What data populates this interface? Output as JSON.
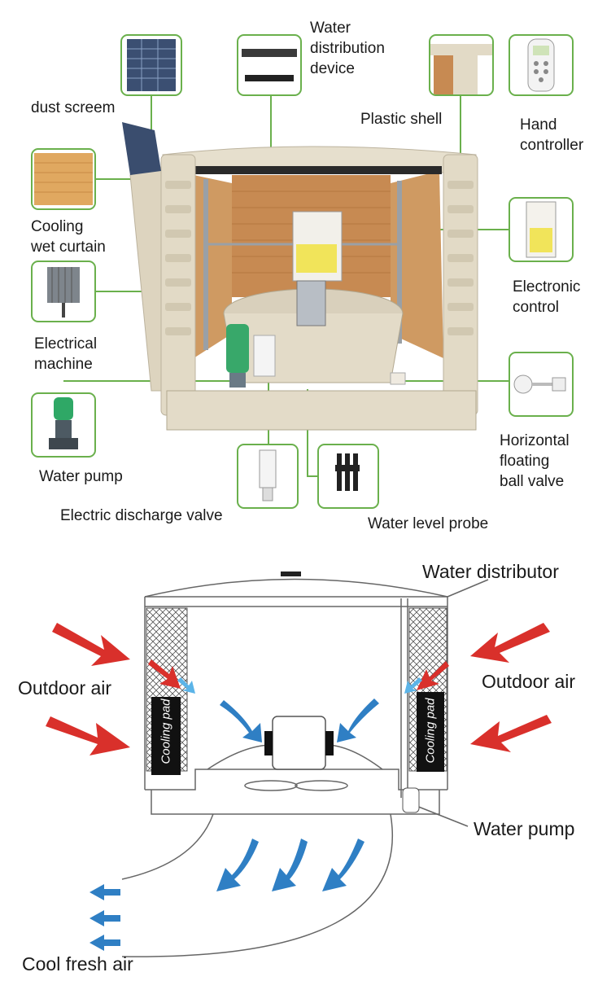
{
  "top": {
    "labels": {
      "dust_screen": "dust screem",
      "water_distribution_device": [
        "Water",
        "distribution",
        "device"
      ],
      "plastic_shell": "Plastic shell",
      "hand_controller": [
        "Hand",
        "controller"
      ],
      "cooling_wet_curtain": [
        "Cooling",
        "wet curtain"
      ],
      "electronic_control": [
        "Electronic",
        "control"
      ],
      "electrical_machine": [
        "Electrical",
        "machine"
      ],
      "water_pump": "Water pump",
      "horizontal_floating_ball_valve": [
        "Horizontal",
        "floating",
        "ball valve"
      ],
      "electric_discharge_valve": "Electric discharge valve",
      "water_level_probe": "Water level probe"
    },
    "colors": {
      "callout": "#6ab04c",
      "shell": "#e4dcc8",
      "pad": "#c8925a"
    }
  },
  "bottom": {
    "labels": {
      "water_distributor": "Water distributor",
      "outdoor_air_left": "Outdoor air",
      "outdoor_air_right": "Outdoor air",
      "water_pump": "Water pump",
      "cooling_pad_left": "Cooling pad",
      "cooling_pad_right": "Cooling pad",
      "cool_fresh_air": "Cool fresh air"
    },
    "colors": {
      "hot_air": "#d9302b",
      "cool_air": "#2f7fc4",
      "line": "#666666"
    }
  }
}
